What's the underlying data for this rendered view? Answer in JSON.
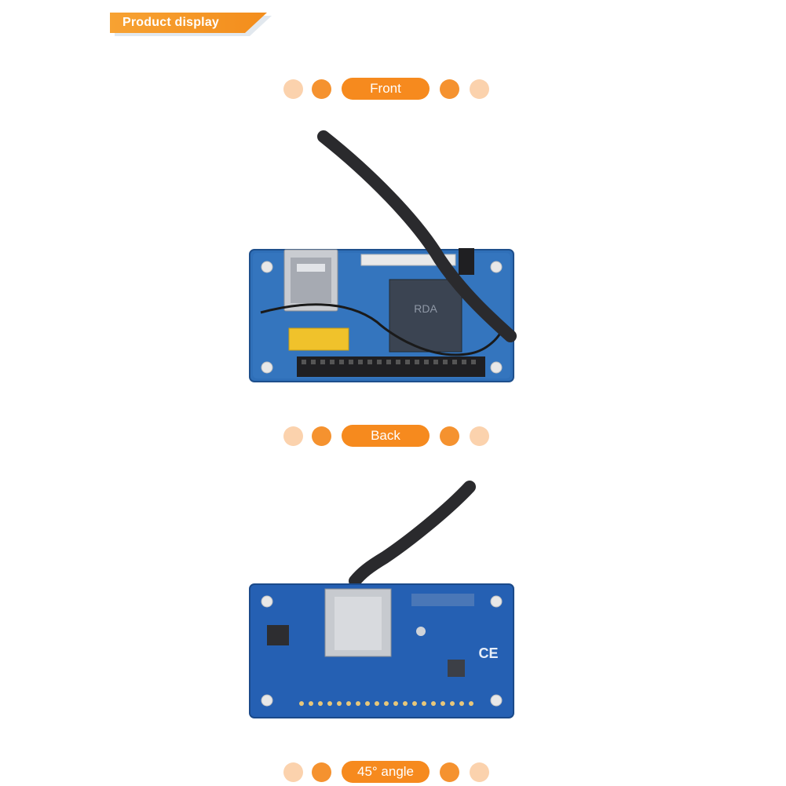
{
  "header": {
    "title": "Product display"
  },
  "sections": [
    {
      "label": "Front"
    },
    {
      "label": "Back"
    },
    {
      "label": "45° angle"
    }
  ],
  "colors": {
    "accent": "#f68a1e",
    "dot_light": "#fbd2ad",
    "dot_dark": "#f5922f",
    "board_blue": "#2a63ad"
  }
}
